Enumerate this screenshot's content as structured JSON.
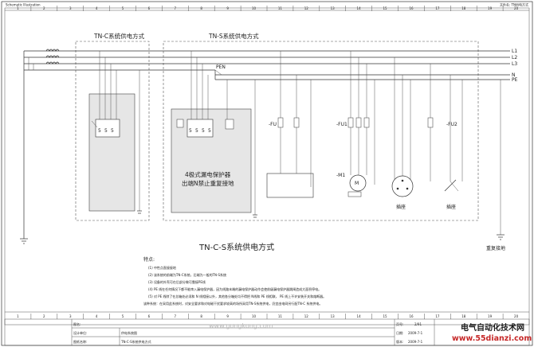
{
  "header": {
    "left_title": "Schematic Illustration",
    "right_title": "文件名: TN供电方式"
  },
  "boxes": {
    "tnc_label": "TN-C系统供电方式",
    "tns_label": "TN-S系统供电方式"
  },
  "bus": {
    "labels": [
      "L1",
      "L2",
      "L3",
      "N",
      "PE"
    ],
    "pen_label": "PEN"
  },
  "breaker": {
    "title_line1": "4极式漏电保护器",
    "title_line2": "出端N禁止重复接地"
  },
  "components": {
    "fu": "-FU",
    "fu1": "-FU1",
    "m1": "-M1",
    "fu2": "-FU2",
    "socket_label_1": "插座",
    "socket_label_2": "插座"
  },
  "main_title": "TN-C-S系统供电方式",
  "repeat_ground": "重复接地",
  "notes": {
    "heading": "特点:",
    "lines": [
      "(1) 中性点直接接地",
      "(2) 该系统的前端为TN-C系统，后端为一般的TN-S系统",
      "(3) 设备的外壳可在后部分做可靠接PE线",
      "(4) PE 线在任何情况下都不能串入漏电保护器，因为线路末端的漏电保护器动作会使前级漏电保护器跳闸造成大面积停电。",
      "(5) 对 PE 线除了在总箱处必须和 N 线相接以外，其他各分箱处均不得把 N线和 PE 线相联， PE 线上不许安装开关和熔断器。",
      "该种系统：在采用此系统时，对安全要求和对电磁干扰要求较高的场所采用TN-S系统供电，仍宜由电网另行配TN-C 系统供电。"
    ]
  },
  "ruler": {
    "top": [
      "1",
      "2",
      "3",
      "4",
      "5",
      "6",
      "7",
      "8",
      "9",
      "10",
      "11",
      "12",
      "13",
      "14",
      "15",
      "16",
      "17",
      "18",
      "19",
      "20"
    ],
    "bottom": [
      "1",
      "2",
      "3",
      "4",
      "5",
      "6",
      "7",
      "8",
      "9",
      "10",
      "11",
      "12",
      "13",
      "14",
      "15",
      "16",
      "17",
      "18",
      "19",
      "20"
    ]
  },
  "title_block": {
    "r1": "图名:",
    "r2a": "设计单位:",
    "r2b": "供电系统图",
    "r3a": "图纸名称:",
    "r3b": "TN-C-S系统供电方式",
    "sheet": "页号:",
    "sheet_val": "2/91",
    "date_lbl": "日期:",
    "date_val": "2009-7-1",
    "date2_lbl": "版本:",
    "date2_val": "2009-7-1"
  },
  "watermark": "www.gongkong.com",
  "brand": {
    "line1": "电气自动化技术网",
    "line2": "www.55dianzi.com"
  }
}
